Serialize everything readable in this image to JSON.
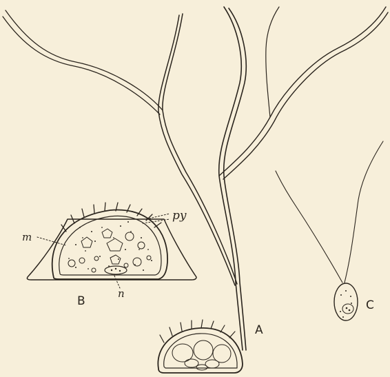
{
  "figure": {
    "background": "#f7efda",
    "ink": "#2a241d",
    "panels": {
      "a": {
        "label": "A"
      },
      "b": {
        "label": "B",
        "annotations": {
          "m": "m",
          "py": "py",
          "n": "n"
        }
      },
      "c": {
        "label": "C"
      }
    }
  }
}
